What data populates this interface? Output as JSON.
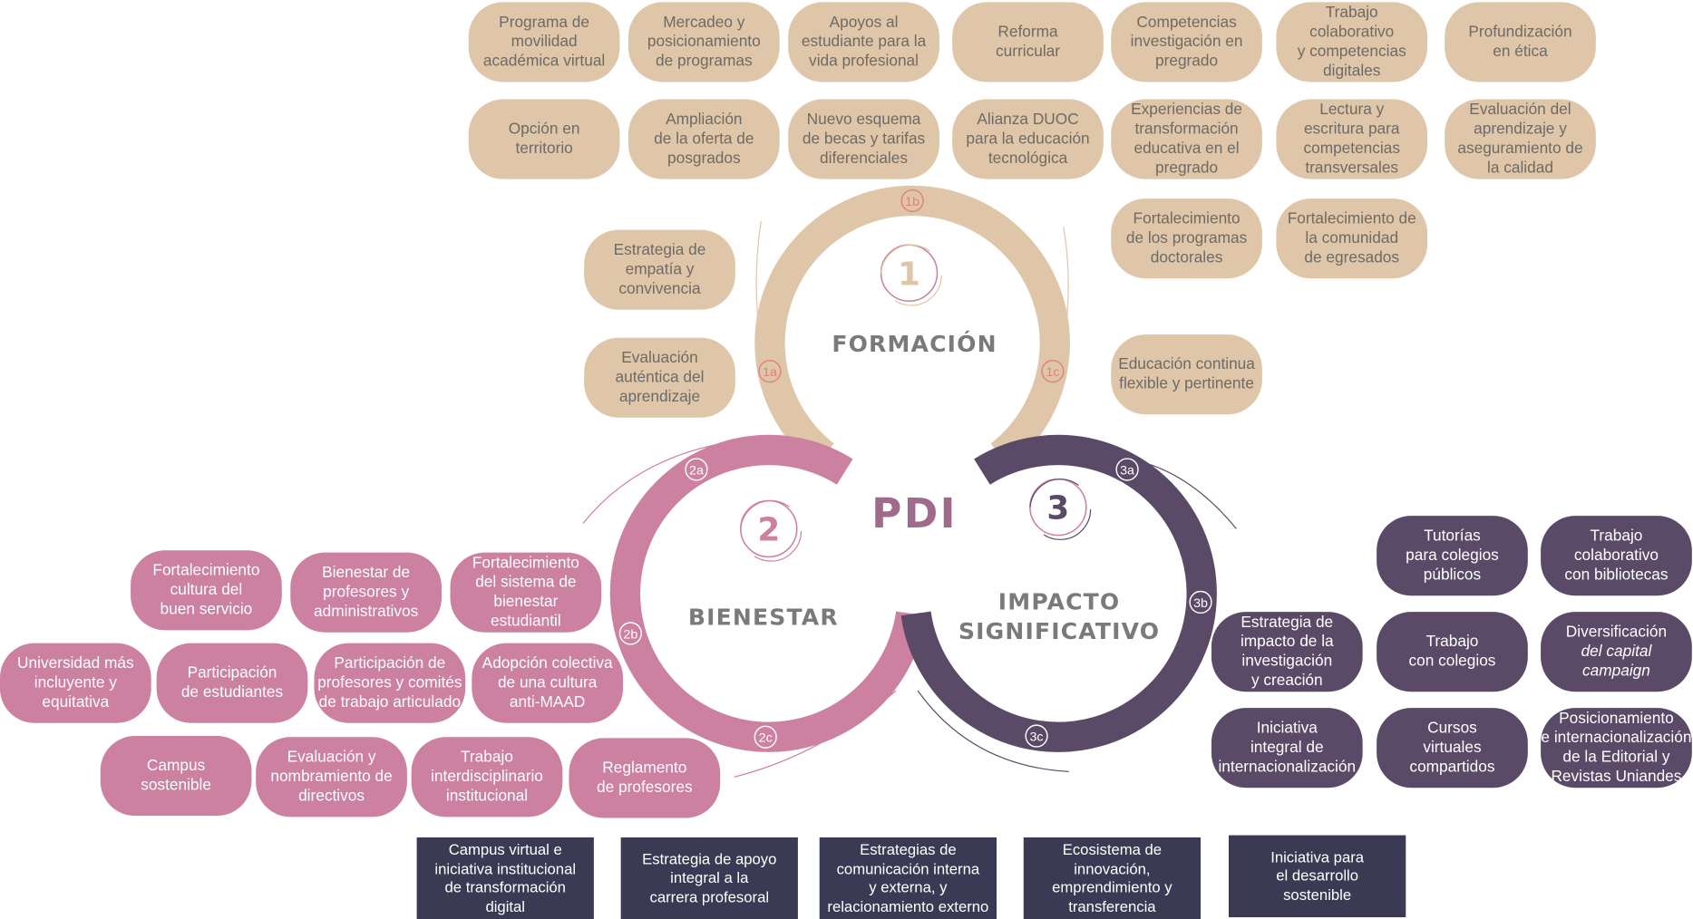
{
  "center_label": "PDI",
  "pillars": {
    "formacion": {
      "number": "1",
      "title": "FORMACIÓN",
      "markers": [
        "1a",
        "1b",
        "1c"
      ],
      "color": "#dfc6a8"
    },
    "bienestar": {
      "number": "2",
      "title": "BIENESTAR",
      "markers": [
        "2a",
        "2b",
        "2c"
      ],
      "color": "#cb819f"
    },
    "impacto": {
      "number": "3",
      "title_lines": [
        "IMPACTO",
        "SIGNIFICATIVO"
      ],
      "markers": [
        "3a",
        "3b",
        "3c"
      ],
      "color": "#5a4967"
    }
  },
  "colors": {
    "transversal": "#3b3a54",
    "center_label": "#a06a8a",
    "beige_text": "#6e6a66"
  },
  "formacion_items": [
    [
      "Programa de",
      "movilidad",
      "académica virtual"
    ],
    [
      "Mercadeo y",
      "posicionamiento",
      "de programas"
    ],
    [
      "Apoyos al",
      "estudiante para la",
      "vida profesional"
    ],
    [
      "Reforma",
      "curricular"
    ],
    [
      "Competencias",
      "investigación en",
      "pregrado"
    ],
    [
      "Trabajo",
      "colaborativo",
      "y competencias",
      "digitales"
    ],
    [
      "Profundización",
      "en ética"
    ],
    [
      "Opción en",
      "territorio"
    ],
    [
      "Ampliación",
      "de la oferta de",
      "posgrados"
    ],
    [
      "Nuevo esquema",
      "de becas y tarifas",
      "diferenciales"
    ],
    [
      "Alianza DUOC",
      "para la educación",
      "tecnológica"
    ],
    [
      "Experiencias de",
      "transformación",
      "educativa en el",
      "pregrado"
    ],
    [
      "Lectura y",
      "escritura para",
      "competencias",
      "transversales"
    ],
    [
      "Evaluación del",
      "aprendizaje y",
      "aseguramiento de",
      "la calidad"
    ],
    [
      "Fortalecimiento",
      "de los programas",
      "doctorales"
    ],
    [
      "Fortalecimiento de",
      "la comunidad",
      "de egresados"
    ],
    [
      "Estrategia de",
      "empatía y",
      "convivencia"
    ],
    [
      "Evaluación",
      "auténtica del",
      "aprendizaje"
    ],
    [
      "Educación continua",
      "flexible y pertinente"
    ]
  ],
  "bienestar_items": [
    [
      "Fortalecimiento",
      "cultura del",
      "buen servicio"
    ],
    [
      "Bienestar de",
      "profesores y",
      "administrativos"
    ],
    [
      "Fortalecimiento",
      "del sistema de",
      "bienestar",
      "estudiantil"
    ],
    [
      "Universidad más",
      "incluyente y",
      "equitativa"
    ],
    [
      "Participación",
      "de estudiantes"
    ],
    [
      "Participación de",
      "profesores  y comités",
      "de trabajo articulado"
    ],
    [
      "Adopción colectiva",
      "de una cultura",
      "anti-MAAD"
    ],
    [
      "Campus",
      "sostenible"
    ],
    [
      "Evaluación y",
      "nombramiento de",
      "directivos"
    ],
    [
      "Trabajo",
      "interdisciplinario",
      "institucional"
    ],
    [
      "Reglamento",
      "de profesores"
    ]
  ],
  "impacto_items": [
    [
      "Tutorías",
      "para colegios",
      "públicos"
    ],
    [
      "Trabajo",
      "colaborativo",
      "con bibliotecas"
    ],
    [
      "Estrategia de",
      "impacto de la",
      "investigación",
      "y creación"
    ],
    [
      "Trabajo",
      "con colegios"
    ],
    [
      "Diversificación",
      "del capital",
      "campaign"
    ],
    [
      "Iniciativa",
      "integral de",
      "internacionalización"
    ],
    [
      "Cursos",
      "virtuales",
      "compartidos"
    ],
    [
      "Posicionamiento",
      "e internacionalización",
      "de la Editorial y",
      "Revistas Uniandes"
    ]
  ],
  "transversal_items": [
    [
      "Campus virtual e",
      "iniciativa institucional",
      "de transformación",
      "digital"
    ],
    [
      "Estrategia de apoyo",
      "integral a la",
      "carrera profesoral"
    ],
    [
      "Estrategias de",
      "comunicación interna",
      "y externa, y",
      "relacionamiento externo"
    ],
    [
      "Ecosistema de",
      "innovación,",
      "emprendimiento y",
      "transferencia"
    ],
    [
      "Iniciativa para",
      "el desarrollo",
      "sostenible"
    ]
  ]
}
